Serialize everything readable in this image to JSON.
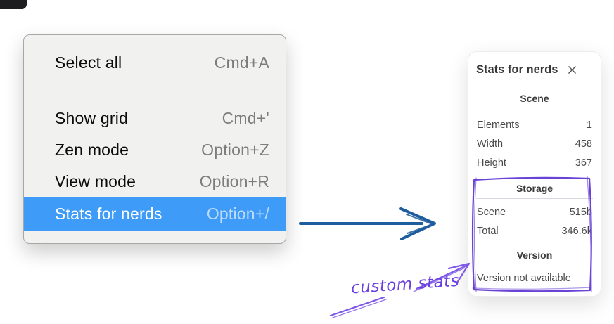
{
  "context_menu": {
    "sections": [
      {
        "items": [
          {
            "label": "Select all",
            "shortcut": "Cmd+A"
          }
        ]
      },
      {
        "items": [
          {
            "label": "Show grid",
            "shortcut": "Cmd+'"
          },
          {
            "label": "Zen mode",
            "shortcut": "Option+Z"
          },
          {
            "label": "View mode",
            "shortcut": "Option+R"
          },
          {
            "label": "Stats for nerds",
            "shortcut": "Option+/"
          }
        ]
      }
    ],
    "highlighted_item": "Stats for nerds",
    "colors": {
      "highlight": "#3e9bf7",
      "background": "#f1f1ef"
    }
  },
  "flow_arrow": {
    "color": "#1e5d9e"
  },
  "stats_panel": {
    "title": "Stats for nerds",
    "close_icon": "x",
    "scene": {
      "header": "Scene",
      "rows": [
        {
          "label": "Elements",
          "value": "1"
        },
        {
          "label": "Width",
          "value": "458"
        },
        {
          "label": "Height",
          "value": "367"
        }
      ]
    },
    "storage": {
      "header": "Storage",
      "rows": [
        {
          "label": "Scene",
          "value": "515b"
        },
        {
          "label": "Total",
          "value": "346.6k"
        }
      ]
    },
    "version": {
      "header": "Version",
      "note": "Version not available"
    }
  },
  "annotation": {
    "label": "custom stats",
    "text_color": "#6a3fe0",
    "arrow_color": "#7e58e7",
    "box_color": "#6943d6"
  }
}
